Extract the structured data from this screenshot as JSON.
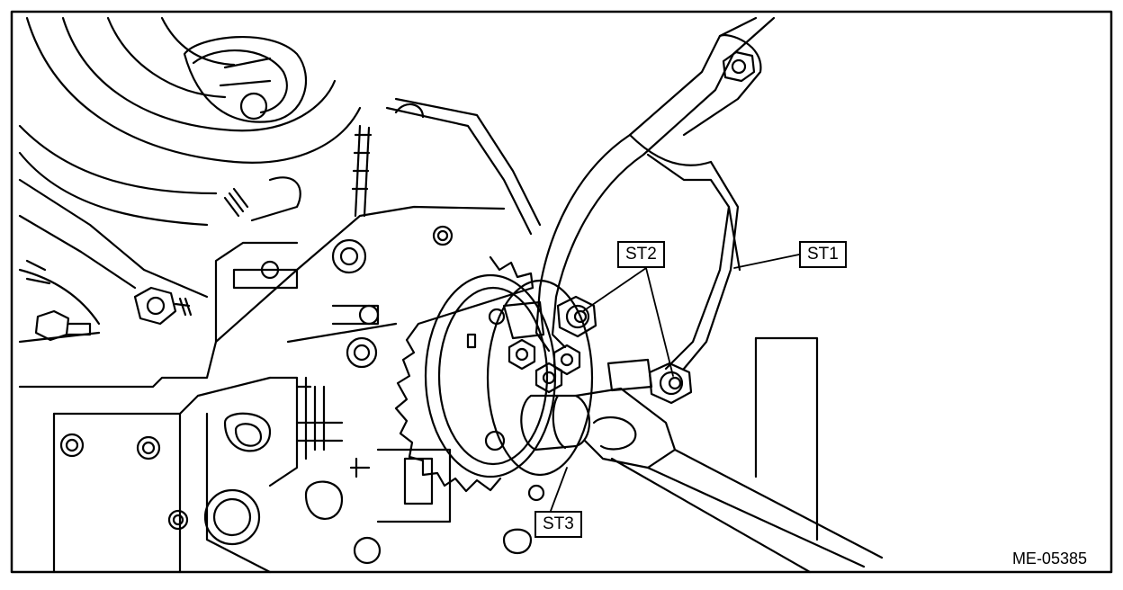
{
  "callouts": {
    "st1": "ST1",
    "st2": "ST2",
    "st3": "ST3"
  },
  "figure_id": "ME-05385"
}
